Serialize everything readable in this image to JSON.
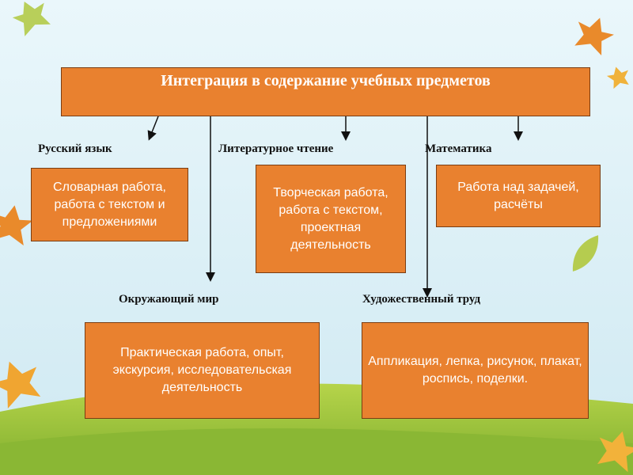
{
  "colors": {
    "box_fill": "#e9812f",
    "box_border": "#7a3d12",
    "sky_top": "#e8f6fb",
    "sky_bottom": "#cdeaf4",
    "grass": "#9cc43c"
  },
  "diagram": {
    "title": "Интеграция в содержание учебных предметов",
    "subjects": [
      {
        "label": "Русский язык",
        "text": "Словарная работа, работа с текстом и предложениями"
      },
      {
        "label": "Литературное чтение",
        "text": "Творческая работа, работа с текстом, проектная деятельность"
      },
      {
        "label": "Математика",
        "text": "Работа над задачей, расчёты"
      },
      {
        "label": "Окружающий мир",
        "text": "Практическая работа, опыт, экскурсия, исследовательская деятельность"
      },
      {
        "label": "Художественный труд",
        "text": "Аппликация, лепка, рисунок, плакат, роспись, поделки."
      }
    ]
  }
}
